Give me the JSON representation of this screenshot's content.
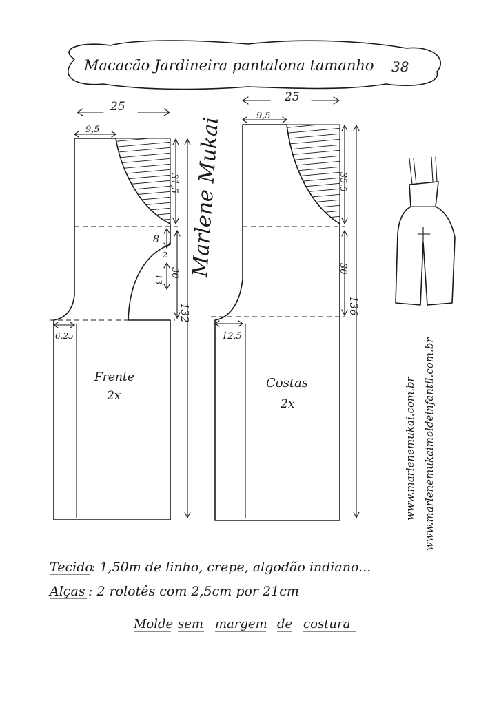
{
  "title": {
    "main": "Macacão Jardineira pantalona tamanho",
    "size": "38"
  },
  "front": {
    "width": "25",
    "top_width": "9,5",
    "crotch_ext": "6,25",
    "upper_height": "31,5",
    "gap": "8",
    "small_a": "2",
    "small_b": "13",
    "mid_height": "30",
    "total_height": "132",
    "label_name": "Frente",
    "label_qty": "2x"
  },
  "back": {
    "width": "25",
    "top_width": "9,5",
    "crotch_ext": "12,5",
    "upper_height": "35,5",
    "mid_height": "30",
    "total_height": "136",
    "label_name": "Costas",
    "label_qty": "2x"
  },
  "signature": "Marlene Mukai",
  "websites": [
    "www.marlenemukai.com.br",
    "www.marlenemukaimoldeinfantil.com.br"
  ],
  "notes": {
    "fabric_label": "Tecido",
    "fabric_value": ": 1,50m  de  linho, crepe, algodão indiano...",
    "straps_label": "Alças",
    "straps_value": ": 2  rolotês  com  2,5cm  por  21cm",
    "no_seam_words": [
      "Molde",
      "sem",
      "margem",
      "de",
      "costura"
    ]
  }
}
